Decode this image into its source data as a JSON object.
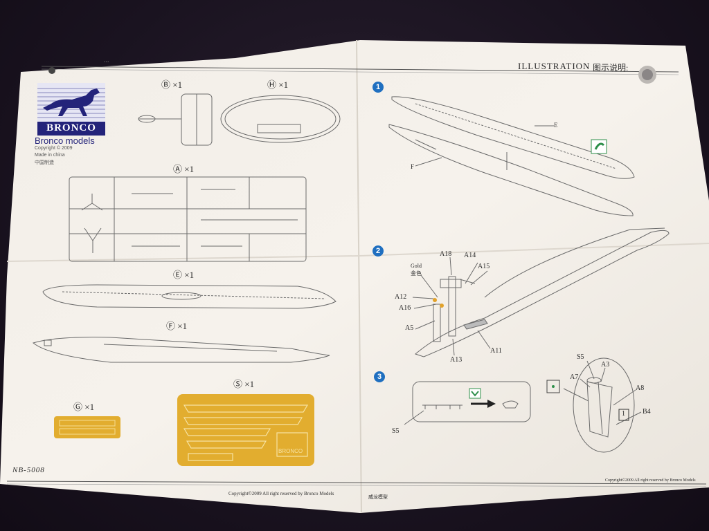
{
  "header": {
    "title": "ILLUSTRATION",
    "title_cn": "图示说明:",
    "left_partial": "..."
  },
  "logo": {
    "brand": "BRONCO",
    "subtitle": "Bronco models",
    "copyright": "Copyright © 2009",
    "made_in": "Made in china",
    "made_in_cn": "中国制造"
  },
  "parts": {
    "b": "Ⓑ ×1",
    "h": "Ⓗ ×1",
    "a": "Ⓐ ×1",
    "e": "Ⓔ ×1",
    "f": "Ⓕ ×1",
    "s": "Ⓢ ×1",
    "g": "Ⓖ ×1",
    "s_plate_brand": "BRONCO"
  },
  "steps": {
    "one": "1",
    "two": "2",
    "three": "3"
  },
  "callouts": {
    "e": "E",
    "f": "F",
    "a18": "A18",
    "a14": "A14",
    "a15": "A15",
    "gold": "Gold",
    "gold_cn": "金色",
    "a12": "A12",
    "a16": "A16",
    "a5": "A5",
    "a13": "A13",
    "a11": "A11",
    "s5_left": "S5",
    "s5_right": "S5",
    "a3": "A3",
    "a7": "A7",
    "a8": "A8",
    "b4": "B4",
    "box1": "1"
  },
  "footer": {
    "code": "NB-5008",
    "copyright_center": "Copyright©2009  All right reserved by Bronco Models",
    "brand_cn": "威龙模型",
    "copyright_right": "Copyright©2009  All right reserved by Bronco Models"
  },
  "colors": {
    "paper": "#f3efe9",
    "ink": "#2a2a2a",
    "logo_blue": "#23237a",
    "photo_etch": "#e2ad2f",
    "step_blue": "#1f6fc0",
    "arrow_green": "#2d8f4a"
  }
}
